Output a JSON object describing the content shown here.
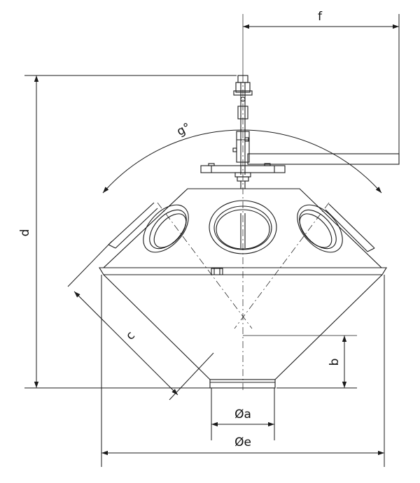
{
  "drawing": {
    "labels": {
      "f": "f",
      "g": "g°",
      "d": "d",
      "c": "c",
      "b": "b",
      "a": "Øa",
      "e": "Øe"
    },
    "colors": {
      "line": "#1a1a1a",
      "light": "#777777",
      "background": "#ffffff"
    }
  }
}
